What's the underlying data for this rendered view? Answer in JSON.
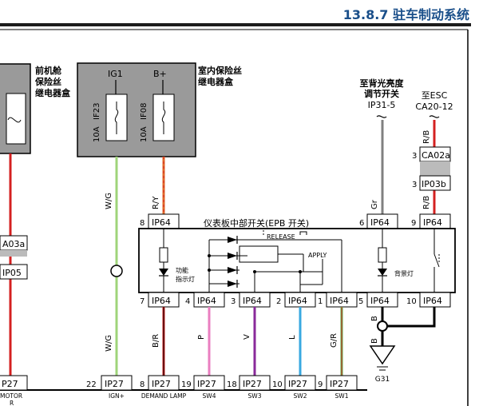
{
  "header": {
    "section_title": "13.8.7 驻车制动系统"
  },
  "fuse_boxes": {
    "engine": {
      "name_line1": "前机舱",
      "name_line2": "保险丝",
      "name_line3": "继电器盒"
    },
    "interior": {
      "name_line1": "室内保险丝",
      "name_line2": "继电器盒",
      "fuse1": {
        "label": "IG1",
        "id": "IF23",
        "rating": "10A"
      },
      "fuse2": {
        "label": "B+",
        "id": "IF08",
        "rating": "10A"
      }
    }
  },
  "offpage": {
    "backlight": {
      "line1": "至背光亮度",
      "line2": "调节开关",
      "line3": "IP31-5"
    },
    "esc": {
      "line1": "至ESC",
      "line2": "CA20-12"
    }
  },
  "switch": {
    "title": "仪表板中部开关(EPB 开关)",
    "release": "RELEASE",
    "apply": "APPLY",
    "indicator_line1": "功能",
    "indicator_line2": "指示灯",
    "backlight_label": "背景灯"
  },
  "connectors": {
    "ip64": "IP64",
    "ip27": "IP27",
    "ca02a": "CA02a",
    "ip03b": "IP03b",
    "a03a": "A03a",
    "ip05": "IP05",
    "p27": "P27"
  },
  "pins": {
    "p8": "8",
    "p6": "6",
    "p9": "9",
    "p7": "7",
    "p4": "4",
    "p3": "3",
    "p2": "2",
    "p1": "1",
    "p5": "5",
    "p10": "10",
    "p3b": "3",
    "p22": "22",
    "p8b": "8",
    "p19": "19",
    "p18": "18",
    "p10b": "10",
    "p9b": "9"
  },
  "wires": {
    "wg": "W/G",
    "ry": "R/Y",
    "gr": "Gr",
    "rb": "R/B",
    "br": "B/R",
    "p": "P",
    "v": "V",
    "l": "L",
    "gr2": "G/R",
    "b": "B"
  },
  "ground": {
    "label": "G31"
  },
  "bottom_labels": {
    "motor": "MOTOR",
    "ign": "IGN+",
    "demand": "DEMAND LAMP",
    "sw4": "SW4",
    "sw3": "SW3",
    "sw2": "SW2",
    "sw1": "SW1"
  }
}
